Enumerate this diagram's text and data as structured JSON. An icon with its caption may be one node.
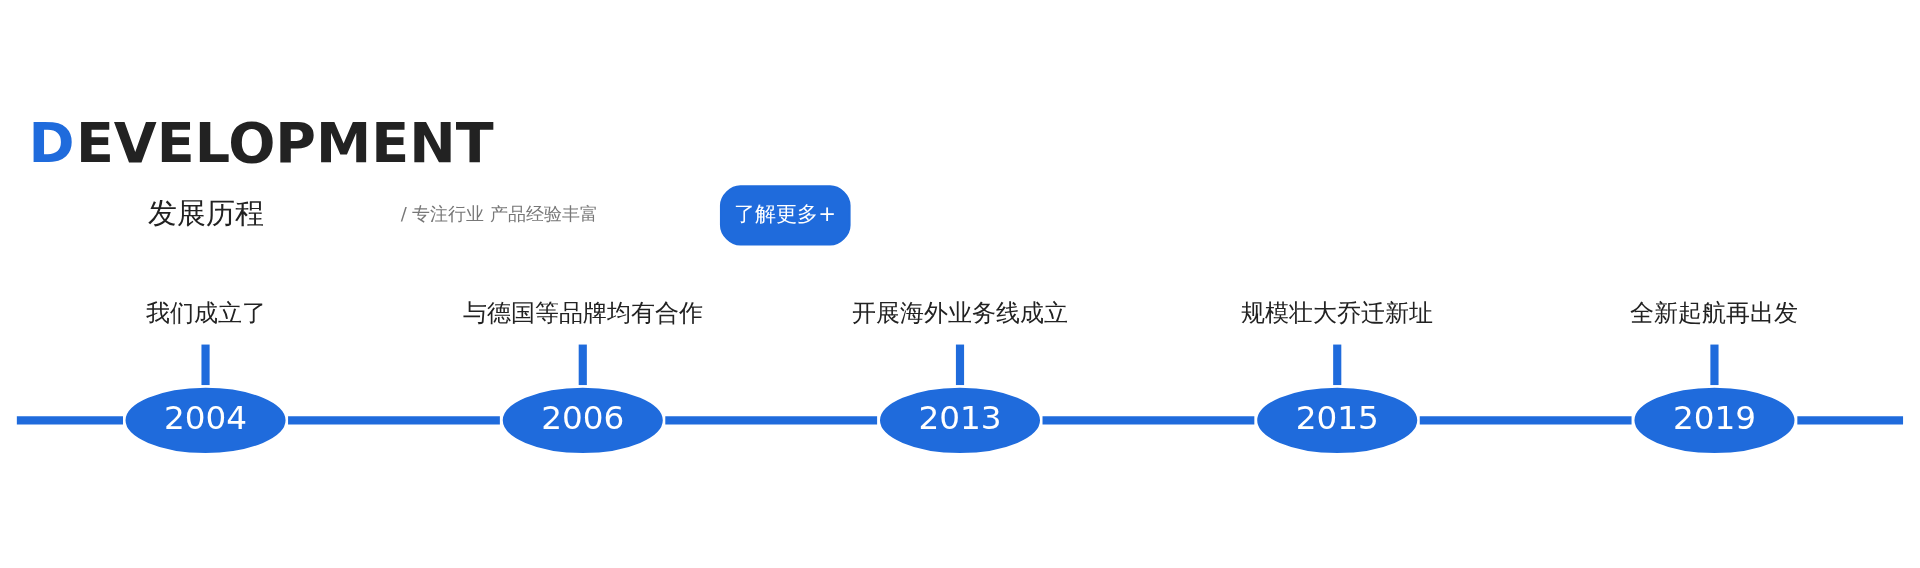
{
  "diagram": {
    "title": "DEVELOPMENT",
    "nodes": [
      {
        "text": [
          "了解更多+"
        ]
      },
      {
        "text": [
          "我们成立了"
        ]
      },
      {
        "text": [
          "2004"
        ]
      },
      {
        "text": [
          "与德国等品牌均有合作"
        ]
      },
      {
        "text": [
          "2006"
        ]
      },
      {
        "text": [
          "开展海外业务线成立"
        ]
      },
      {
        "text": [
          "2013"
        ]
      },
      {
        "text": [
          "规模壮大乔迁新址"
        ]
      },
      {
        "text": [
          "2015"
        ]
      },
      {
        "text": [
          "全新起航再出发"
        ]
      },
      {
        "text": [
          "2019"
        ]
      }
    ],
    "edges": [
      {
        "from": 1,
        "to": 2,
        "arrow": "none"
      },
      {
        "from": 3,
        "to": 4,
        "arrow": "none"
      },
      {
        "from": 5,
        "to": 6,
        "arrow": "none"
      },
      {
        "from": 7,
        "to": 8,
        "arrow": "none"
      },
      {
        "from": 9,
        "to": 10,
        "arrow": "none"
      },
      {
        "from": null,
        "to": 2,
        "arrow": "none"
      },
      {
        "from": 2,
        "to": 4,
        "arrow": "none"
      },
      {
        "from": 4,
        "to": 6,
        "arrow": "none"
      },
      {
        "from": 6,
        "to": 8,
        "arrow": "none"
      },
      {
        "from": 8,
        "to": 10,
        "arrow": "none"
      },
      {
        "from": 10,
        "to": null,
        "arrow": "none"
      }
    ],
    "labels": [
      "发展历程",
      "/ 专注行业 产品经验丰富"
    ]
  }
}
